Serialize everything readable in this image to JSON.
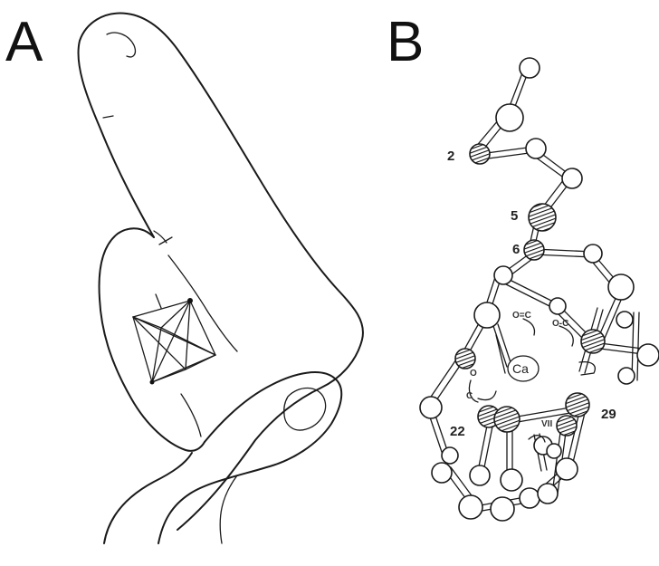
{
  "panels": {
    "a": {
      "letter": "A"
    },
    "b": {
      "letter": "B",
      "ion_label": "Ca",
      "residue_labels": [
        "2",
        "5",
        "6",
        "22",
        "29"
      ],
      "carbonyl_labels": [
        "O=C",
        "O-C",
        "O",
        "C",
        "VII"
      ]
    }
  }
}
